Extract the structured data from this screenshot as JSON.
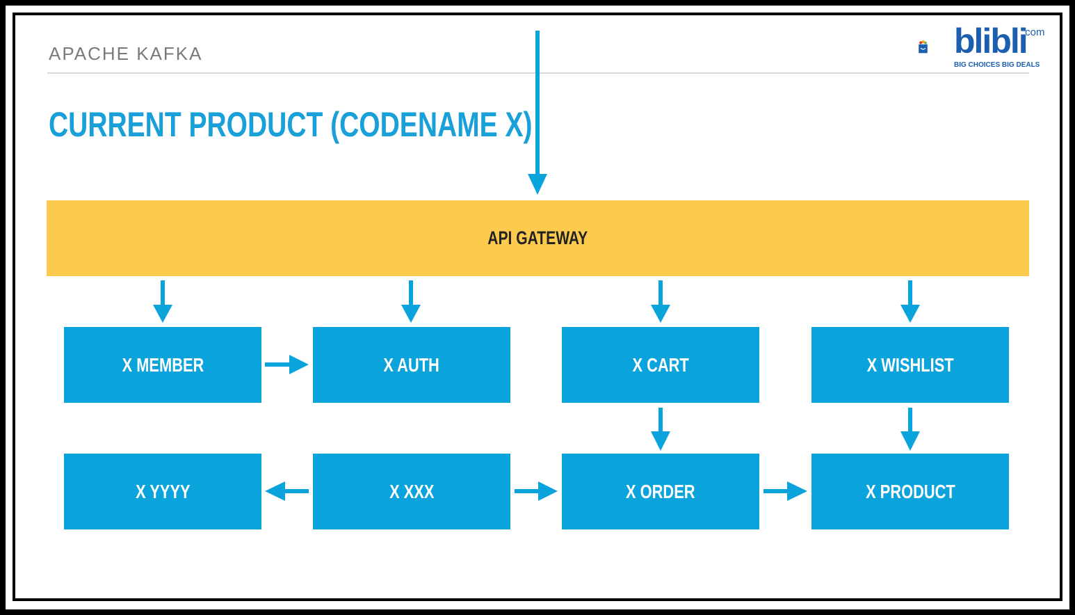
{
  "header": {
    "section": "APACHE KAFKA",
    "title": "CURRENT PRODUCT (CODENAME X)"
  },
  "logo": {
    "brand": "blibli",
    "suffix": ".com",
    "tagline": "BIG CHOICES  BIG DEALS"
  },
  "gateway": {
    "label": "API GATEWAY"
  },
  "services": {
    "member": "X MEMBER",
    "auth": "X AUTH",
    "cart": "X CART",
    "wishlist": "X WISHLIST",
    "yyyy": "X YYYY",
    "xxx": "X XXX",
    "order": "X ORDER",
    "product": "X PRODUCT"
  },
  "colors": {
    "accent": "#0aa3dc",
    "title": "#1aa0d8",
    "gateway": "#fccb4e",
    "brand": "#1c5fb0"
  }
}
